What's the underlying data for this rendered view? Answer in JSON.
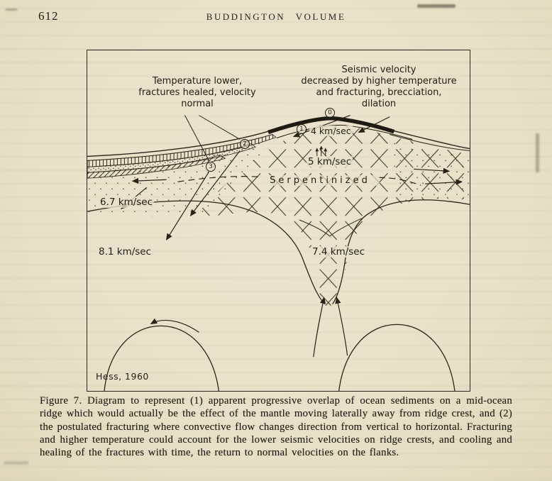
{
  "page": {
    "number": "612",
    "header_title": "BUDDINGTON VOLUME"
  },
  "figure": {
    "annotation_left": {
      "line1": "Temperature lower,",
      "line2": "fractures healed, velocity",
      "line3": "normal"
    },
    "annotation_right": {
      "line1": "Seismic velocity",
      "line2": "decreased by higher temperature",
      "line3": "and fracturing, brecciation,",
      "line4": "dilation"
    },
    "markers": {
      "m0": "0",
      "m1": "1",
      "m2": "2",
      "m3": "3"
    },
    "velocity_labels": {
      "crest_upper": "4 km/sec",
      "crest_lower": "5 km/sec",
      "flank_left_upper": "6.7 km/sec",
      "flank_left_lower": "8.1 km/sec",
      "center_deep": "7.4 km/sec"
    },
    "zone_label": "Serpentinized",
    "credit": "Hess, 1960"
  },
  "caption": {
    "text": "Figure 7. Diagram to represent (1) apparent progressive overlap of ocean sediments on a mid-ocean ridge which would actually be the effect of the mantle moving laterally away from ridge crest, and (2) the postulated fracturing where convective flow changes direction from vertical to horizontal. Fracturing and higher temperature could account for the lower seismic velocities on ridge crests, and cooling and healing of the fractures with time, the return to normal velocities on the flanks."
  },
  "colors": {
    "paper": "#e9e1c9",
    "ink": "#26211a"
  }
}
